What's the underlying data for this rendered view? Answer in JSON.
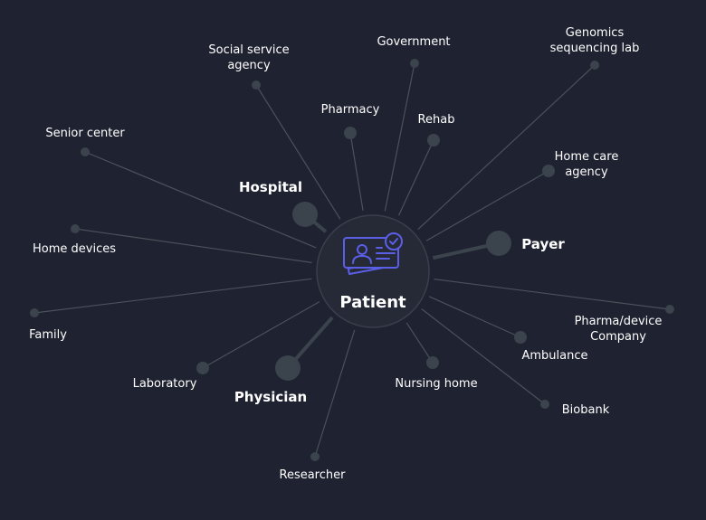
{
  "center": {
    "label": "Patient",
    "icon": "patient-id-card-icon",
    "accent": "#5b5ee6"
  },
  "colors": {
    "background": "#1f2230",
    "node": "#3b434c",
    "line": "#4a525b"
  },
  "nodes": [
    {
      "id": "social-service-agency",
      "lines": [
        "Social service",
        "agency"
      ],
      "size": "small"
    },
    {
      "id": "government",
      "lines": [
        "Government"
      ],
      "size": "small"
    },
    {
      "id": "genomics-sequencing-lab",
      "lines": [
        "Genomics",
        "sequencing lab"
      ],
      "size": "small"
    },
    {
      "id": "pharmacy",
      "lines": [
        "Pharmacy"
      ],
      "size": "medium"
    },
    {
      "id": "rehab",
      "lines": [
        "Rehab"
      ],
      "size": "medium"
    },
    {
      "id": "senior-center",
      "lines": [
        "Senior center"
      ],
      "size": "small"
    },
    {
      "id": "home-care-agency",
      "lines": [
        "Home care",
        "agency"
      ],
      "size": "medium"
    },
    {
      "id": "hospital",
      "lines": [
        "Hospital"
      ],
      "size": "large"
    },
    {
      "id": "payer",
      "lines": [
        "Payer"
      ],
      "size": "large"
    },
    {
      "id": "home-devices",
      "lines": [
        "Home devices"
      ],
      "size": "small"
    },
    {
      "id": "family",
      "lines": [
        "Family"
      ],
      "size": "small"
    },
    {
      "id": "pharma-device-company",
      "lines": [
        "Pharma/device",
        "Company"
      ],
      "size": "small"
    },
    {
      "id": "ambulance",
      "lines": [
        "Ambulance"
      ],
      "size": "medium"
    },
    {
      "id": "laboratory",
      "lines": [
        "Laboratory"
      ],
      "size": "medium"
    },
    {
      "id": "physician",
      "lines": [
        "Physician"
      ],
      "size": "large"
    },
    {
      "id": "nursing-home",
      "lines": [
        "Nursing home"
      ],
      "size": "medium"
    },
    {
      "id": "biobank",
      "lines": [
        "Biobank"
      ],
      "size": "small"
    },
    {
      "id": "researcher",
      "lines": [
        "Researcher"
      ],
      "size": "small"
    }
  ]
}
